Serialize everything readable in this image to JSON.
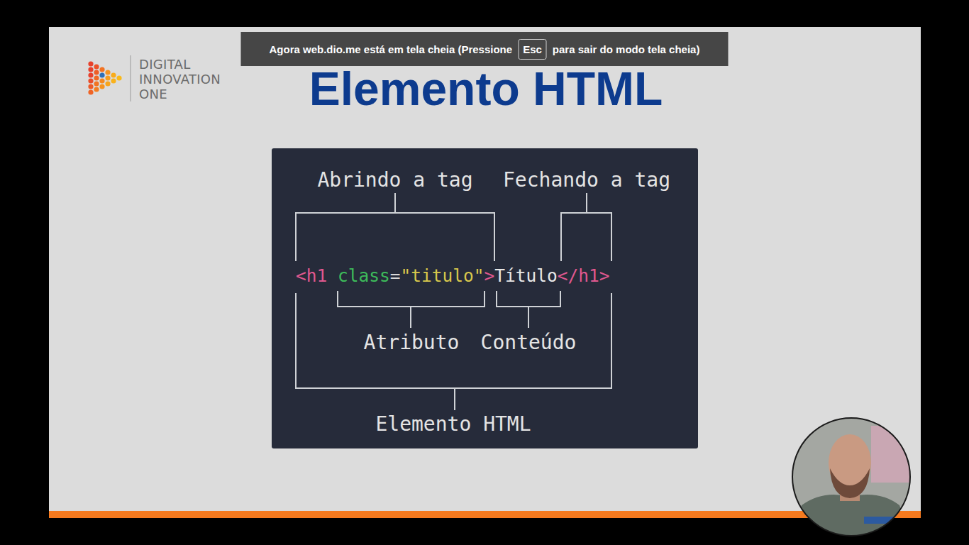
{
  "diagram": {
    "title": "Elemento HTML",
    "nodes": [
      {
        "text": [
          "Agora web.dio.me está em tela cheia (Pressione",
          "para sair do modo tela cheia)"
        ]
      },
      {
        "text": [
          "Esc"
        ],
        "in": 0
      },
      {
        "text": [
          "Abrindo a tag",
          "Fechando a tag",
          "<h1",
          "class",
          "=",
          "\"titulo\"",
          ">",
          "Título",
          "</h1>",
          "Atributo",
          "Conteúdo",
          "Elemento HTML"
        ]
      }
    ],
    "labels": [
      "DIGITAL",
      "INNOVATION",
      "ONE"
    ]
  }
}
